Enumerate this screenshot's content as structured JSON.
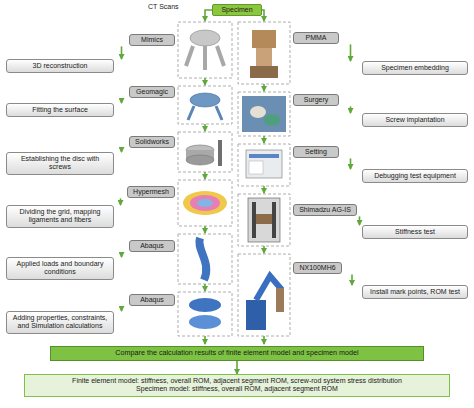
{
  "diagram": {
    "nodes": [
      {
        "text": [
          "Specimen"
        ]
      },
      {
        "text": [
          "3D reconstruction"
        ]
      },
      {
        "text": [
          "Mimics"
        ]
      },
      {
        "text": [
          "PMMA"
        ]
      },
      {
        "text": [
          "Specimen embedding"
        ]
      },
      {
        "text": [
          "Fitting the surface"
        ]
      },
      {
        "text": [
          "Geomagic"
        ]
      },
      {
        "text": [
          "Surgery"
        ]
      },
      {
        "text": [
          "Screw implantation"
        ]
      },
      {
        "text": [
          "Establishing the disc with screws"
        ]
      },
      {
        "text": [
          "Solidworks"
        ]
      },
      {
        "text": [
          "Setting"
        ]
      },
      {
        "text": [
          "Debugging test equipment"
        ]
      },
      {
        "text": [
          "Dividing the grid, mapping ligaments and fibers"
        ]
      },
      {
        "text": [
          "Hypermesh"
        ]
      },
      {
        "text": [
          "Shimadzu AG-IS"
        ]
      },
      {
        "text": [
          "Stiffness test"
        ]
      },
      {
        "text": [
          "Applied loads and boundary conditions"
        ]
      },
      {
        "text": [
          "Abaqus"
        ]
      },
      {
        "text": [
          "NX100MH6"
        ]
      },
      {
        "text": [
          "Install mark points, ROM test"
        ]
      },
      {
        "text": [
          "Adding properties, constraints, and Simulation calculations"
        ]
      },
      {
        "text": [
          "Abaqus"
        ]
      },
      {
        "text": [
          "Compare the calculation results of finite element model and specimen model"
        ]
      },
      {
        "text": [
          "Finite element model: stiffness, overall ROM, adjacent segment ROM, screw-rod system stress distribution",
          "Specimen model: stiffness, overall ROM, adjacent segment ROM"
        ]
      }
    ],
    "edges": [
      {
        "from": 2,
        "to": 1,
        "arrow": "to"
      },
      {
        "from": 3,
        "to": 4,
        "arrow": "to"
      },
      {
        "from": 6,
        "to": 5,
        "arrow": "to"
      },
      {
        "from": 7,
        "to": 8,
        "arrow": "to"
      },
      {
        "from": 10,
        "to": 9,
        "arrow": "to"
      },
      {
        "from": 11,
        "to": 12,
        "arrow": "to"
      },
      {
        "from": 14,
        "to": 13,
        "arrow": "to"
      },
      {
        "from": 15,
        "to": 16,
        "arrow": "to"
      },
      {
        "from": 18,
        "to": 17,
        "arrow": "to"
      },
      {
        "from": 19,
        "to": 20,
        "arrow": "to"
      },
      {
        "from": 22,
        "to": 21,
        "arrow": "to"
      },
      {
        "from": 23,
        "to": 24,
        "arrow": "to"
      }
    ],
    "labels": [
      "CT Scans"
    ]
  }
}
